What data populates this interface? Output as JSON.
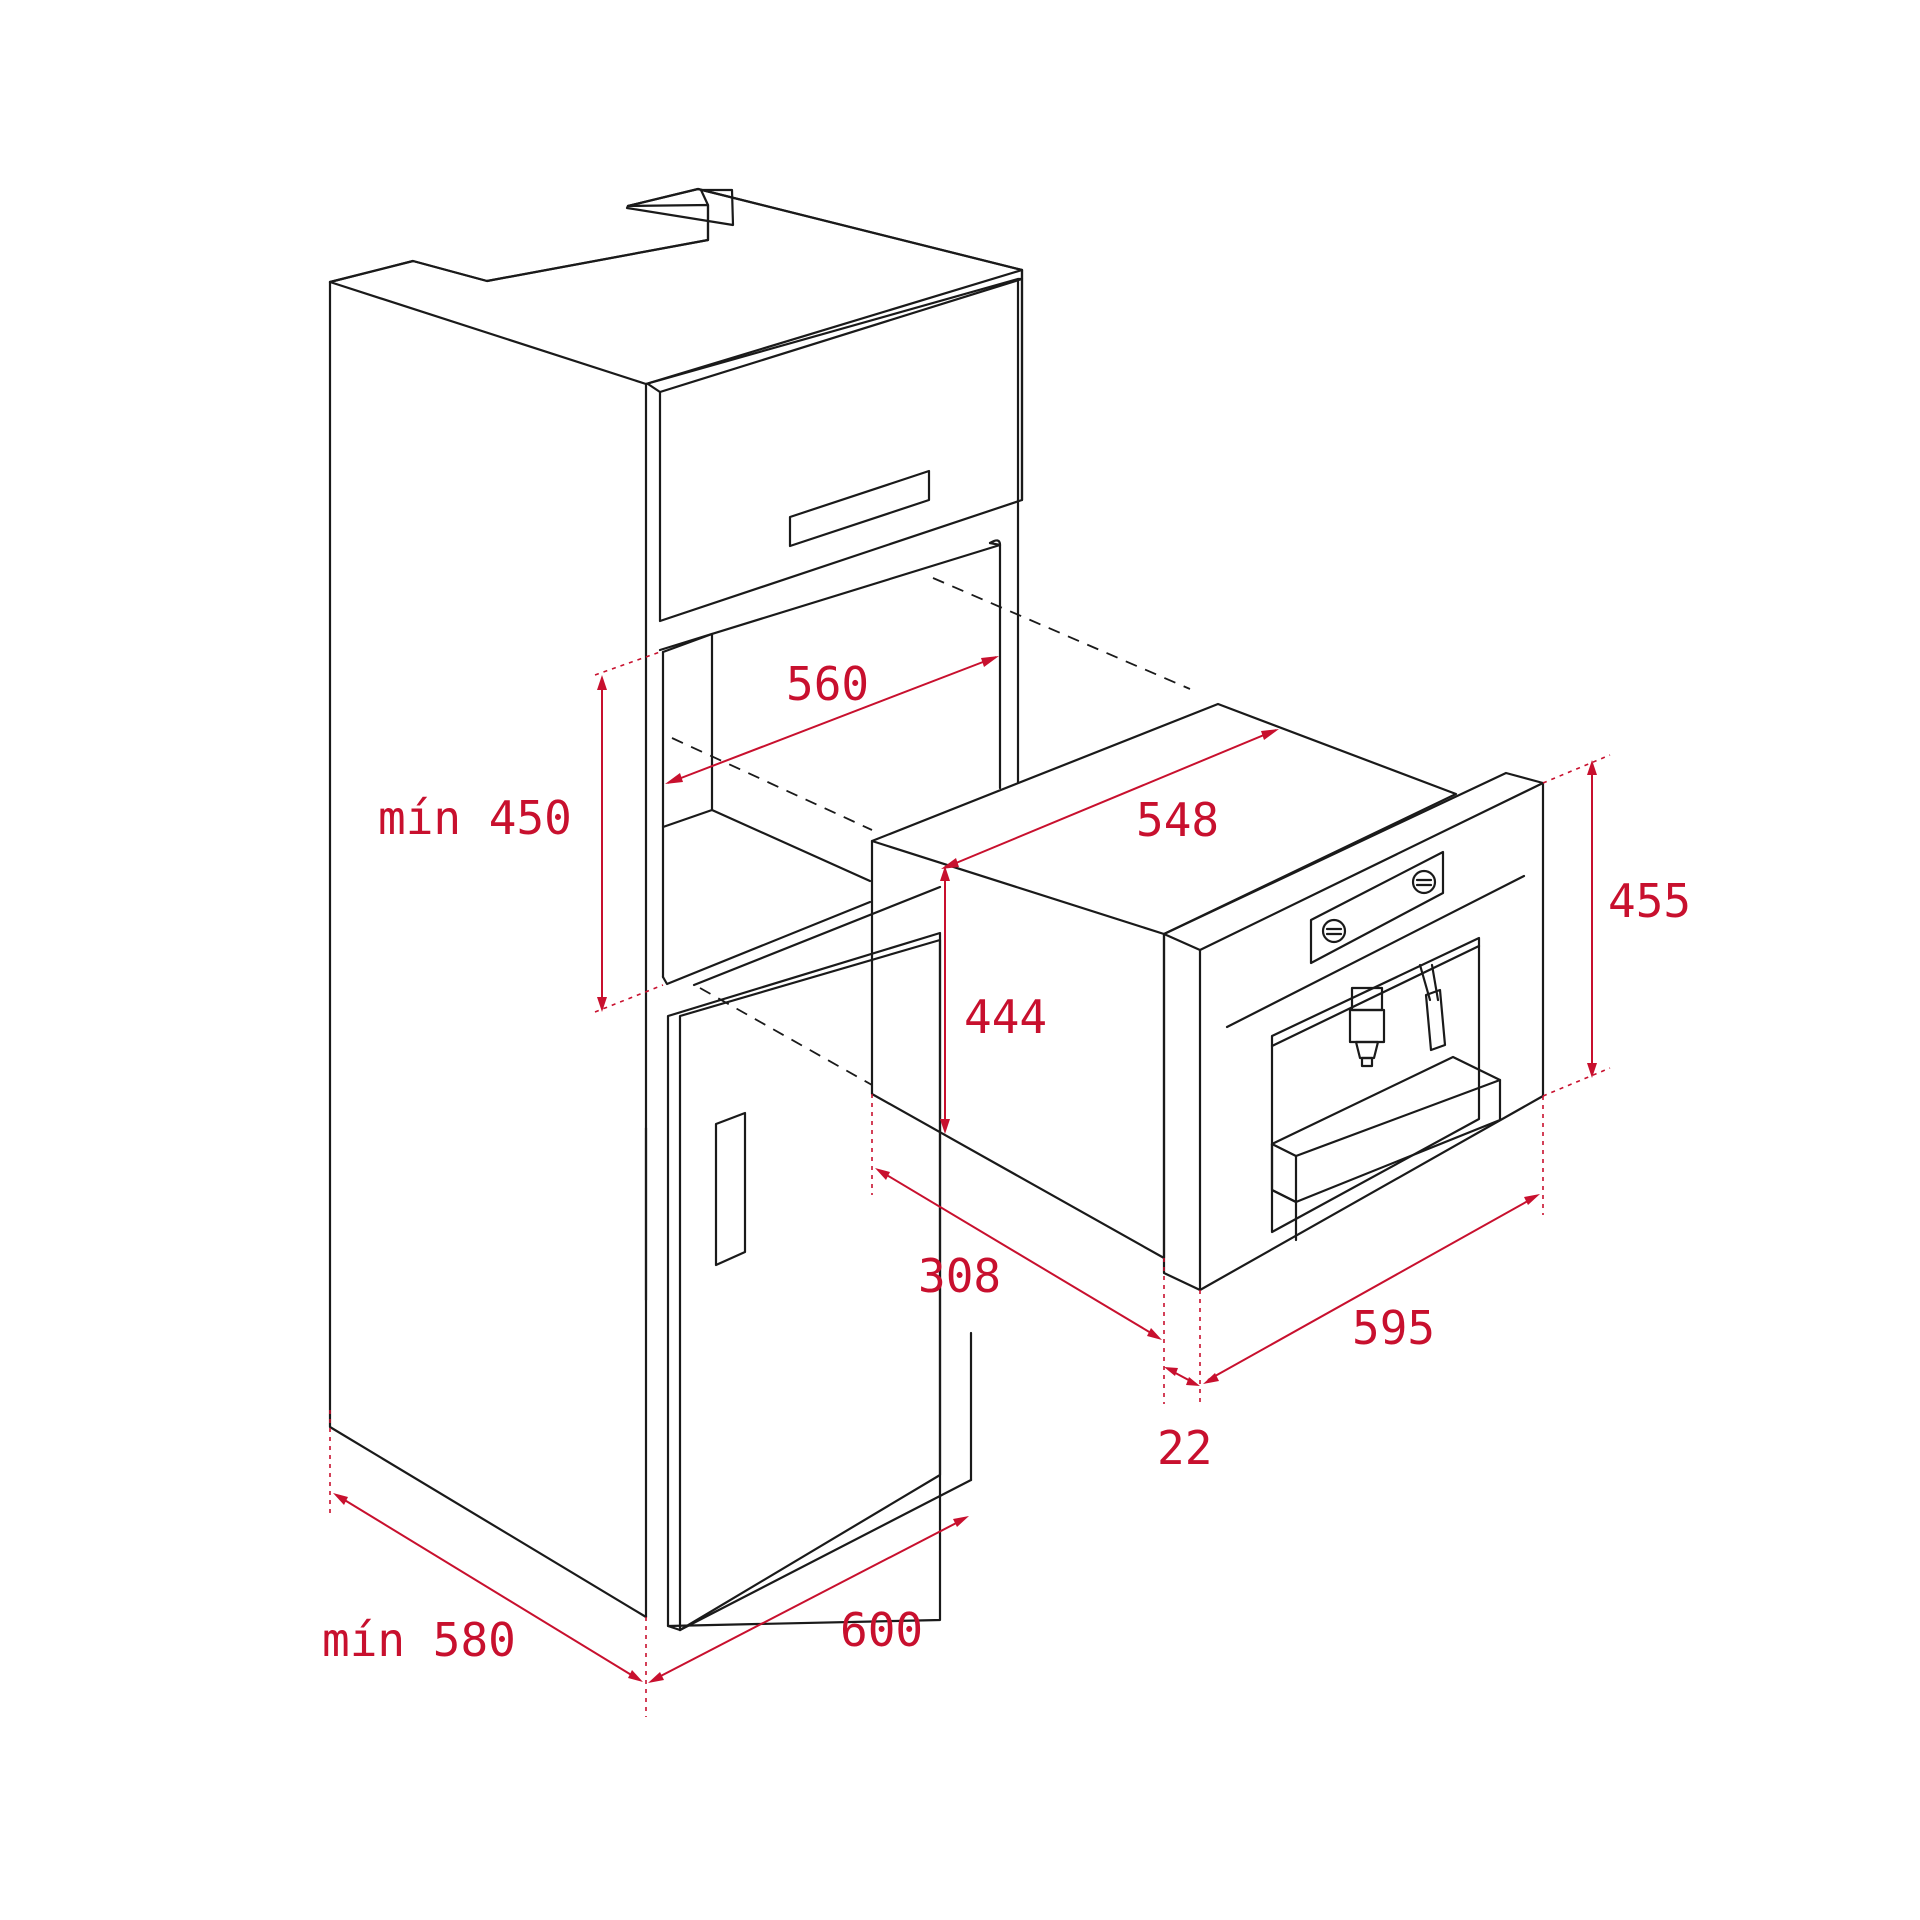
{
  "colors": {
    "line": "#1a1a1a",
    "dimension": "#c8102e",
    "background": "#ffffff"
  },
  "dimensions": {
    "niche_width": "560",
    "niche_height_min": "mín 450",
    "appliance_depth": "548",
    "appliance_body_height": "444",
    "front_height": "455",
    "body_depth": "308",
    "front_width": "595",
    "front_thickness": "22",
    "cabinet_width": "600",
    "cabinet_depth_min": "mín 580"
  }
}
